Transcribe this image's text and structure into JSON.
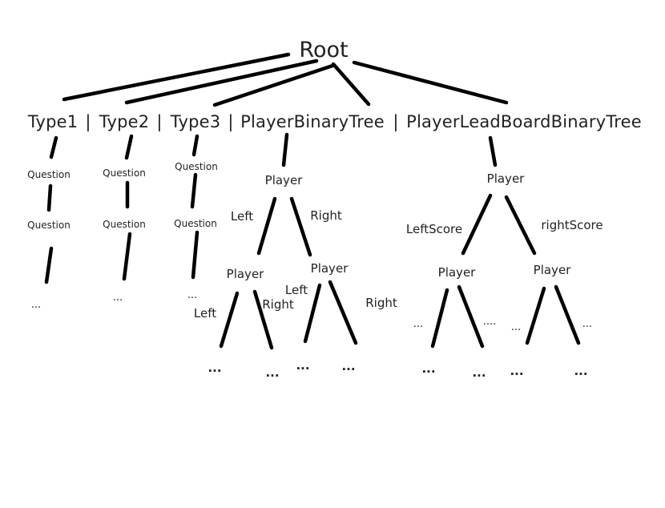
{
  "root": "Root",
  "categories": {
    "type1": "Type1",
    "type2": "Type2",
    "type3": "Type3",
    "player_tree": "PlayerBinaryTree",
    "leaderboard_tree": "PlayerLeadBoardBinaryTree",
    "separator": "|"
  },
  "type_branch": {
    "question": "Question",
    "ellipsis": "..."
  },
  "player_tree": {
    "node": "Player",
    "left_edge": "Left",
    "right_edge": "Right",
    "ellipsis": "..."
  },
  "leaderboard_tree": {
    "node": "Player",
    "left_edge": "LeftScore",
    "right_edge": "rightScore",
    "ellipsis": "...",
    "ellipsis_long": "...."
  }
}
